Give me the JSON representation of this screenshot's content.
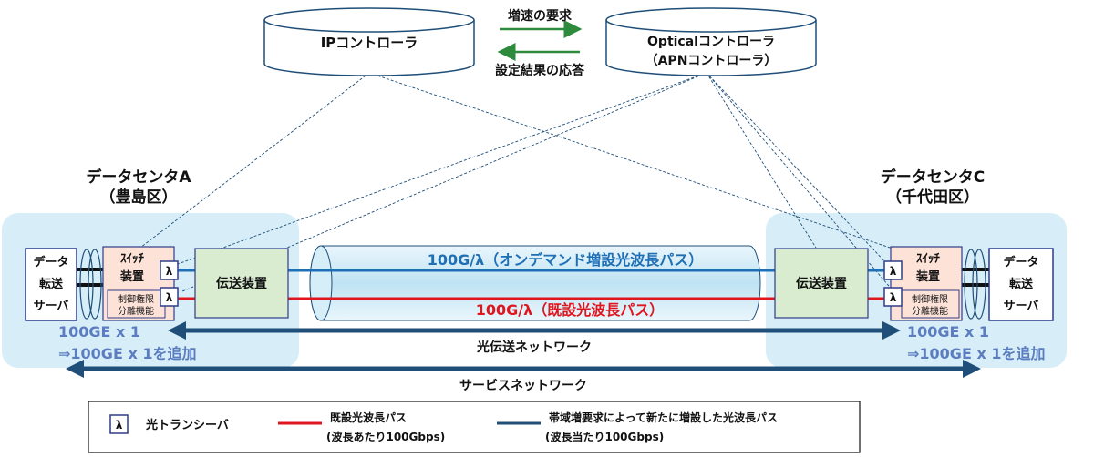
{
  "controllers": {
    "ip": "IPコントローラ",
    "optical_line1": "Opticalコントローラ",
    "optical_line2": "（APNコントローラ）",
    "request_label": "増速の要求",
    "response_label": "設定結果の応答"
  },
  "datacenter_a": {
    "name": "データセンタA",
    "location": "（豊島区）",
    "server_lines": [
      "データ",
      "転送",
      "サーバ"
    ],
    "switch_line1": "ｽｲｯﾁ",
    "switch_line2": "装置",
    "control_line1": "制御権限",
    "control_line2": "分離機能",
    "transmission": "伝送装置",
    "port_line1": "100GE x 1",
    "port_line2": "⇒100GE x 1を追加"
  },
  "datacenter_c": {
    "name": "データセンタC",
    "location": "（千代田区）",
    "server_lines": [
      "データ",
      "転送",
      "サーバ"
    ],
    "switch_line1": "ｽｲｯﾁ",
    "switch_line2": "装置",
    "control_line1": "制御権限",
    "control_line2": "分離機能",
    "transmission": "伝送装置",
    "port_line1": "100GE x 1",
    "port_line2": "⇒100GE x 1を追加"
  },
  "paths": {
    "new_path": "100G/λ（オンデマンド増設光波長パス）",
    "existing_path": "100G/λ（既設光波長パス）"
  },
  "networks": {
    "optical": "光伝送ネットワーク",
    "service": "サービスネットワーク"
  },
  "legend": {
    "lambda": "λ",
    "transceiver": "光トランシーバ",
    "existing_line1": "既設光波長パス",
    "existing_line2": "(波長あたり100Gbps)",
    "new_line1": "帯域増要求によって新たに増設した光波長パス",
    "new_line2": "(波長当たり100Gbps)"
  },
  "colors": {
    "new_path": "#1f6fb5",
    "existing_path": "#e0161e",
    "network_arrow": "#1f4e79",
    "request_arrow": "#2e8b3e",
    "datacenter_bg": "#d7eef8"
  }
}
